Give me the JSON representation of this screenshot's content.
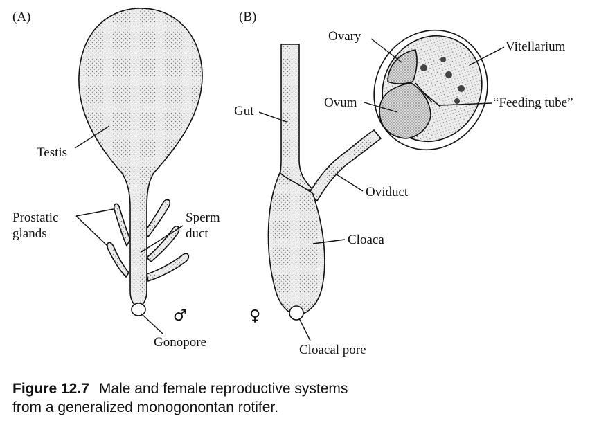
{
  "panels": {
    "a": "(A)",
    "b": "(B)"
  },
  "male": {
    "testis": "Testis",
    "prostatic_glands_line1": "Prostatic",
    "prostatic_glands_line2": "glands",
    "sperm_duct_line1": "Sperm",
    "sperm_duct_line2": "duct",
    "gonopore": "Gonopore",
    "symbol": "♂"
  },
  "female": {
    "ovary": "Ovary",
    "vitellarium": "Vitellarium",
    "gut": "Gut",
    "ovum": "Ovum",
    "feeding_tube": "“Feeding tube”",
    "oviduct": "Oviduct",
    "cloaca": "Cloaca",
    "cloacal_pore": "Cloacal pore",
    "symbol": "♀"
  },
  "caption": {
    "number": "Figure 12.7",
    "line1": "Male and female reproductive systems",
    "line2": "from a generalized monogonontan rotifer."
  },
  "colors": {
    "ink": "#111111",
    "stipple": "#d9d9d9",
    "stipple_dark": "#bfbfbf"
  }
}
